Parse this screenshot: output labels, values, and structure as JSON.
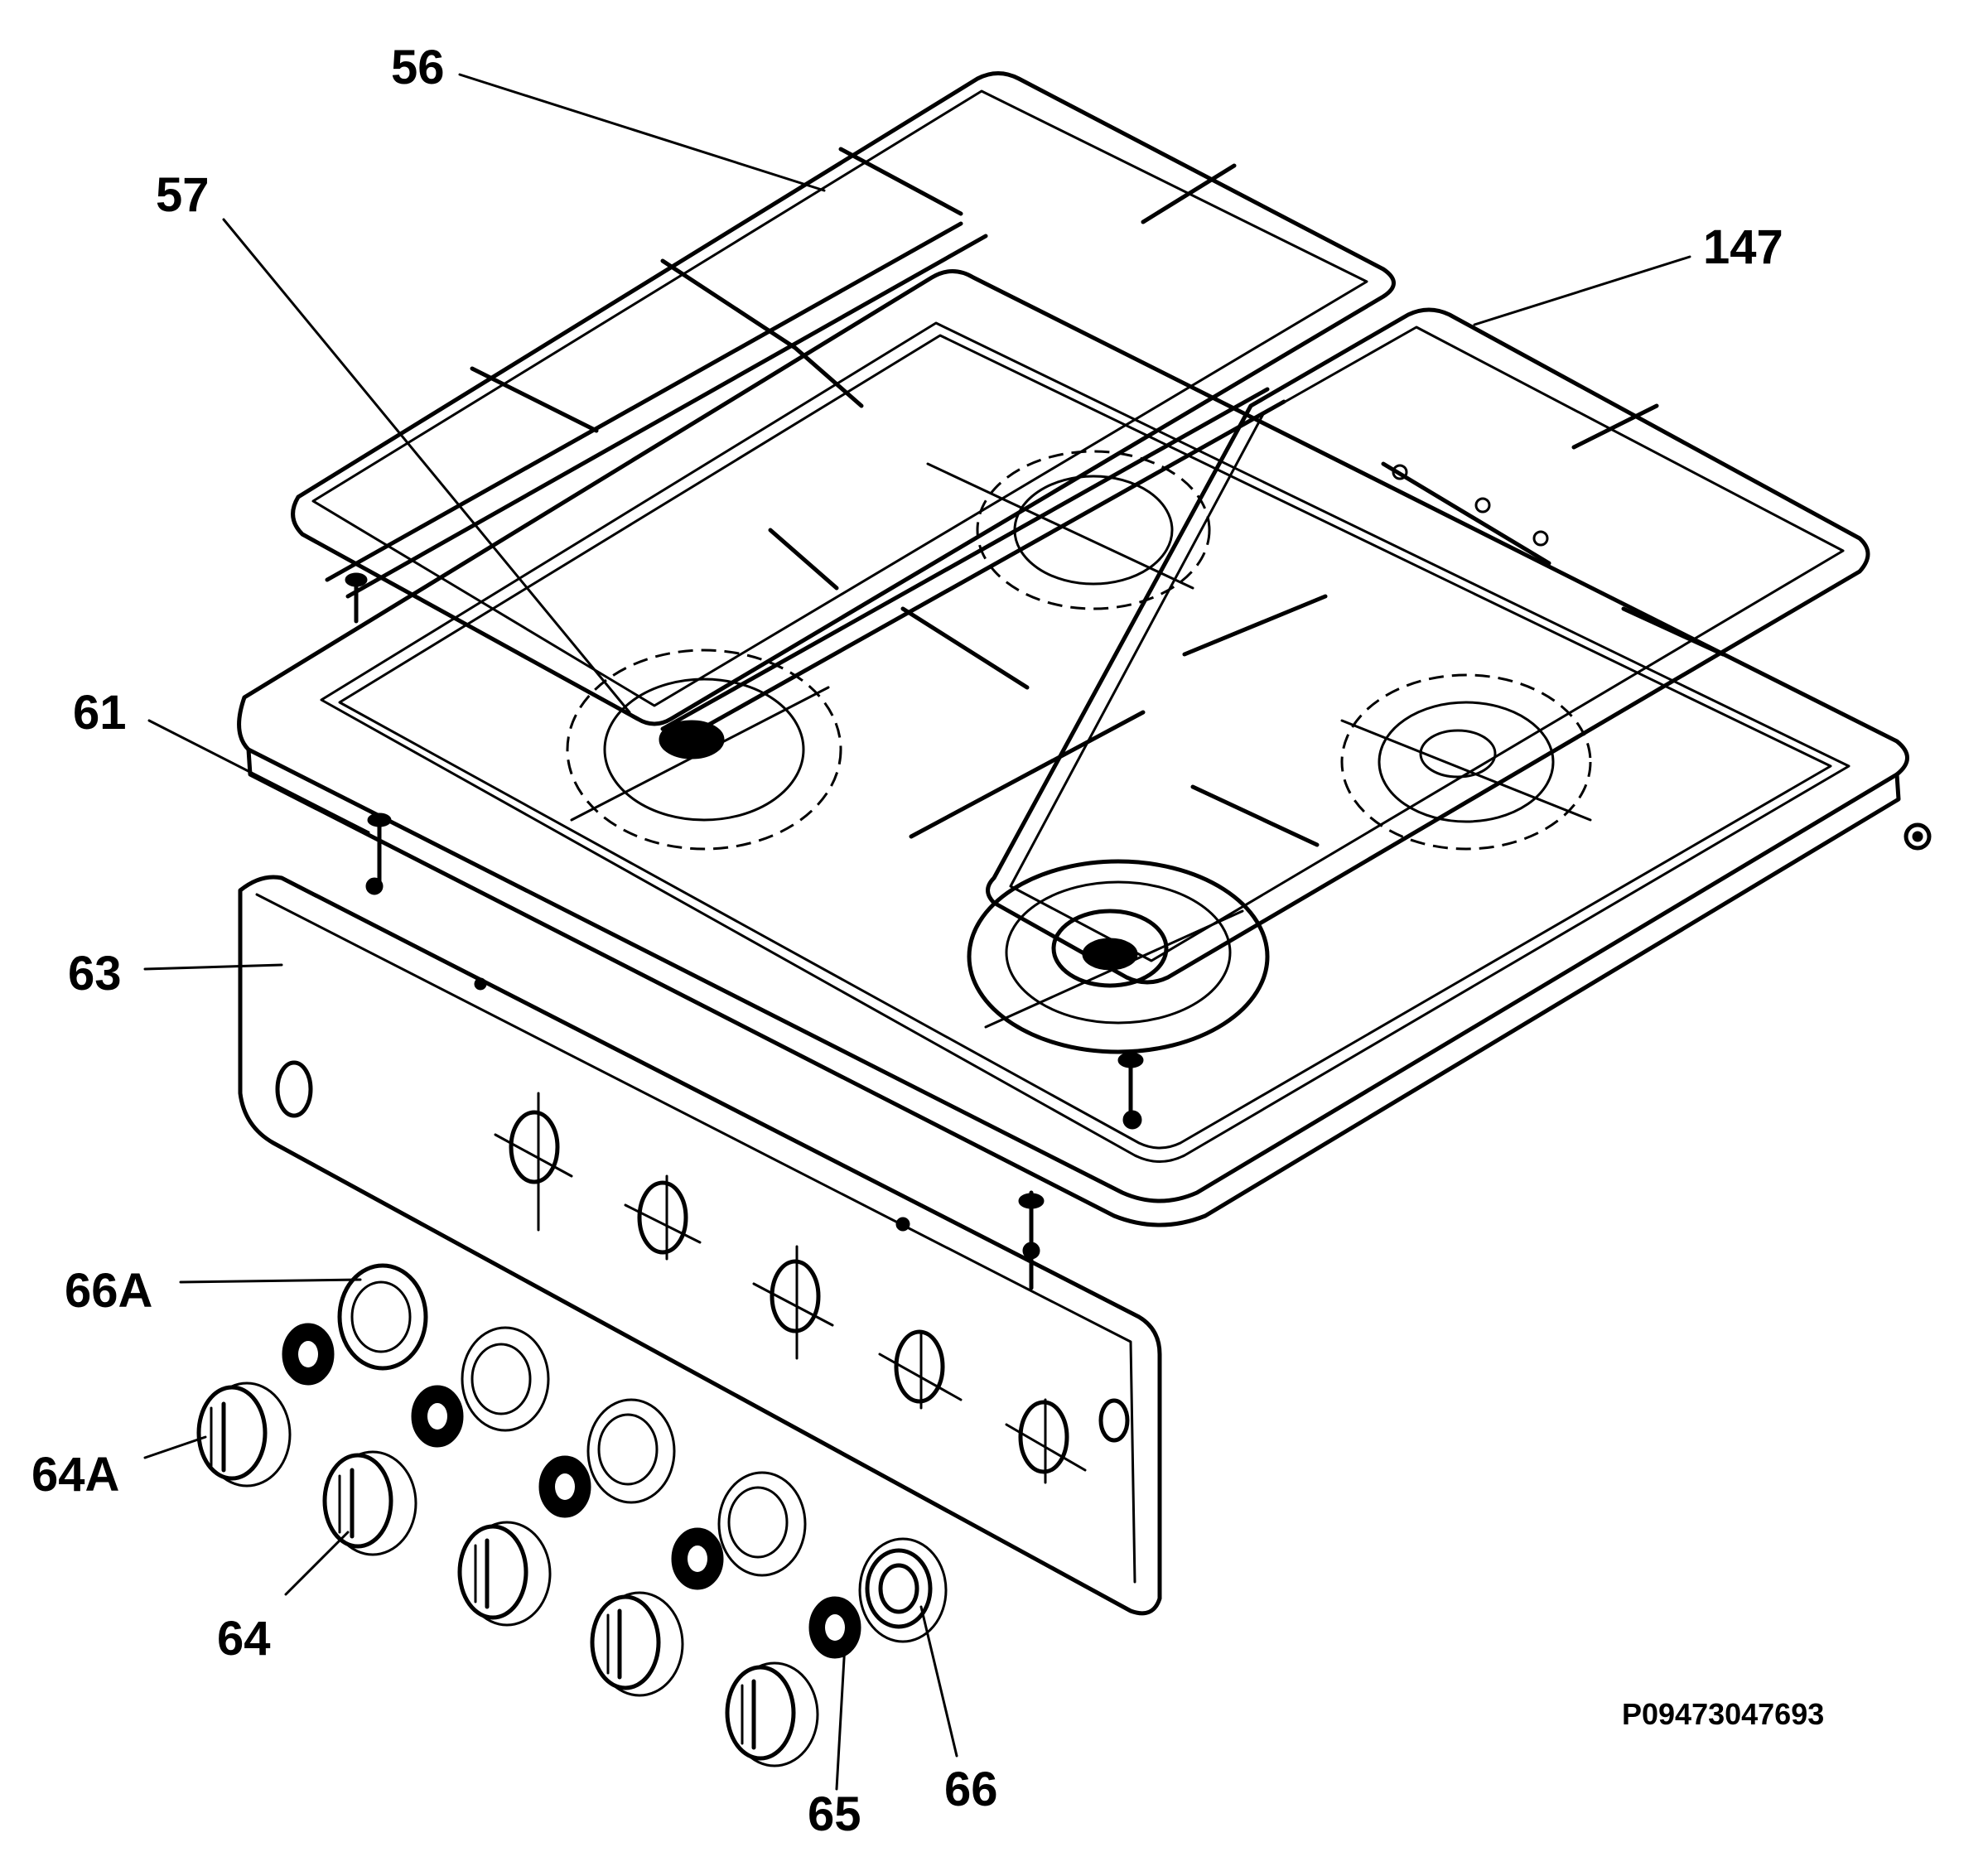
{
  "diagram": {
    "callouts": {
      "c56": "56",
      "c57": "57",
      "c147": "147",
      "c61": "61",
      "c63": "63",
      "c66a": "66A",
      "c64a": "64A",
      "c64": "64",
      "c65": "65",
      "c66": "66"
    },
    "drawing_code": "P09473047693"
  }
}
